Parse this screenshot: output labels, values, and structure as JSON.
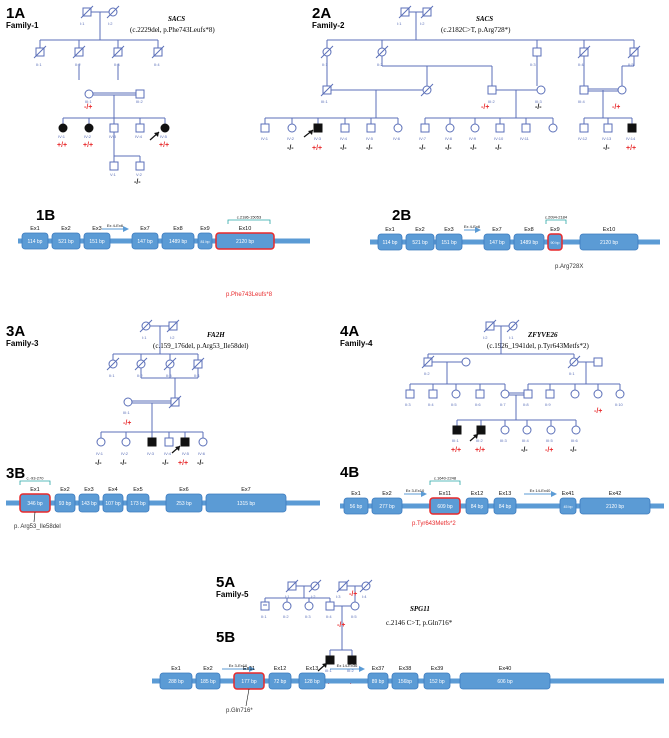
{
  "colors": {
    "pedigree": "#5b6fb8",
    "exon_fill": "#5b9bd5",
    "exon_stroke": "#3e7cbf",
    "mutation": "#e8292b",
    "text": "#111111"
  },
  "panels": {
    "p1A": {
      "label": "1A",
      "family": "Family-1",
      "gene": "SACS",
      "variant": "(c.2229del, p.Phe743Leufs*8)"
    },
    "p2A": {
      "label": "2A",
      "family": "Family-2",
      "gene": "SACS",
      "variant": "(c.2182C>T, p.Arg728*)"
    },
    "p3A": {
      "label": "3A",
      "family": "Family-3",
      "gene": "FA2H",
      "variant": "(c.159_176del, p.Arg53_Ile58del)"
    },
    "p4A": {
      "label": "4A",
      "family": "Family-4",
      "gene": "ZFYVE26",
      "variant": "(c.1926_1941del, p.Tyr643Metfs*2)"
    },
    "p5A": {
      "label": "5A",
      "family": "Family-5",
      "gene": "SPG11",
      "variant": "c.2146 C>T, p.Gln716*"
    },
    "p1B": {
      "label": "1B",
      "mutation": "p.Phe743Leufs*8",
      "bracket": "c.2186-15053",
      "exons": [
        {
          "name": "Ex1",
          "size": "114 bp"
        },
        {
          "name": "Ex2",
          "size": "521 bp"
        },
        {
          "name": "Ex3",
          "size": "151 bp"
        },
        {
          "name": "Ex 4-Ex6",
          "size": ""
        },
        {
          "name": "Ex7",
          "size": "147 bp"
        },
        {
          "name": "Ex8",
          "size": "1489 bp"
        },
        {
          "name": "Ex9",
          "size": "81 bp"
        },
        {
          "name": "Ex10",
          "size": "2120 bp"
        }
      ]
    },
    "p2B": {
      "label": "2B",
      "mutation": "p.Arg728X",
      "bracket": "c.2094-2184",
      "exons": [
        {
          "name": "Ex1",
          "size": "114 bp"
        },
        {
          "name": "Ex2",
          "size": "521 bp"
        },
        {
          "name": "Ex3",
          "size": "151 bp"
        },
        {
          "name": "Ex 4-Ex6",
          "size": ""
        },
        {
          "name": "Ex7",
          "size": "147 bp"
        },
        {
          "name": "Ex8",
          "size": "1489 bp"
        },
        {
          "name": "Ex9",
          "size": "90 bp"
        },
        {
          "name": "Ex10",
          "size": "2120 bp"
        }
      ]
    },
    "p3B": {
      "label": "3B",
      "mutation": "p. Arg53_Ile58del",
      "bracket": "c.-93-270",
      "exons": [
        {
          "name": "Ex1",
          "size": "346 bp"
        },
        {
          "name": "Ex2",
          "size": "93 bp"
        },
        {
          "name": "Ex3",
          "size": "143 bp"
        },
        {
          "name": "Ex4",
          "size": "107 bp"
        },
        {
          "name": "Ex5",
          "size": "173 bp"
        },
        {
          "name": "Ex6",
          "size": "253 bp"
        },
        {
          "name": "Ex7",
          "size": "1315 bp"
        }
      ]
    },
    "p4B": {
      "label": "4B",
      "mutation": "p.Tyr643Metfs*2",
      "bracket": "c.1640-2248",
      "exons": [
        {
          "name": "Ex1",
          "size": "56 bp"
        },
        {
          "name": "Ex2",
          "size": "277 bp"
        },
        {
          "name": "Ex 3-Ex10",
          "size": ""
        },
        {
          "name": "Ex11",
          "size": "609 bp"
        },
        {
          "name": "Ex12",
          "size": "84 bp"
        },
        {
          "name": "Ex13",
          "size": "84 bp"
        },
        {
          "name": "Ex 14-Ex40",
          "size": ""
        },
        {
          "name": "Ex41",
          "size": "45 bp"
        },
        {
          "name": "Ex42",
          "size": "2120 bp"
        }
      ]
    },
    "p5B": {
      "label": "5B",
      "mutation": "p.Gln716*",
      "exons": [
        {
          "name": "Ex1",
          "size": "288 bp"
        },
        {
          "name": "Ex2",
          "size": "185 bp"
        },
        {
          "name": "Ex 3-Ex10",
          "size": ""
        },
        {
          "name": "Ex11",
          "size": "177 bp"
        },
        {
          "name": "Ex12",
          "size": "72 bp"
        },
        {
          "name": "Ex13",
          "size": "128 bp"
        },
        {
          "name": "Ex 14-Ex36",
          "size": ""
        },
        {
          "name": "Ex37",
          "size": "89 bp"
        },
        {
          "name": "Ex38",
          "size": "156bp"
        },
        {
          "name": "Ex39",
          "size": "152 bp"
        },
        {
          "name": "Ex40",
          "size": "606 bp"
        }
      ]
    }
  },
  "genotypes": {
    "f1": [
      "-/+",
      "+/+",
      "+/+",
      "+/+",
      "-/-"
    ],
    "f2": [
      "-/+",
      "-/-",
      "-/+",
      "-/-",
      "+/+",
      "-/-",
      "-/-",
      "-/-",
      "-/-",
      "-/-",
      "-/-",
      "-/-",
      "+/+"
    ],
    "f3": [
      "-/+",
      "-/-",
      "-/-",
      "-/-",
      "+/+",
      "-/-"
    ],
    "f4": [
      "-/+",
      "+/+",
      "+/+",
      "-/-",
      "-/+",
      "-/-"
    ],
    "f5": [
      "-/+",
      "-/+",
      "+/+",
      "+/+"
    ]
  },
  "labels": {
    "f1": [
      "I:1",
      "I:2",
      "II:1",
      "II:2",
      "II:3",
      "II:4",
      "III:1",
      "III:2",
      "IV:1",
      "IV:2",
      "IV:3",
      "IV:4",
      "IV:5",
      "V:1",
      "V:2"
    ],
    "f2": [
      "I:1",
      "I:2",
      "II:1",
      "II:2",
      "II:3",
      "II:4",
      "II:5",
      "III:1",
      "III:2",
      "III:3",
      "III:4",
      "IV:1",
      "IV:2",
      "IV:3",
      "IV:4",
      "IV:5",
      "IV:6",
      "IV:7",
      "IV:8",
      "IV:9",
      "IV:10",
      "IV:11",
      "IV:12",
      "IV:13",
      "IV:14"
    ],
    "f3": [
      "I:1",
      "I:2",
      "II:1",
      "II:2",
      "II:3",
      "II:4",
      "III:1",
      "IV:1",
      "IV:2",
      "IV:3",
      "IV:4",
      "IV:5",
      "IV:6"
    ],
    "f4": [
      "I:2",
      "I:1",
      "II:2",
      "II:1",
      "II:3",
      "II:4",
      "II:5",
      "II:6",
      "II:7",
      "II:8",
      "II:9",
      "II:10",
      "III:1",
      "III:2",
      "III:3",
      "III:4",
      "III:5",
      "III:6"
    ],
    "f5": [
      "I:1",
      "I:2",
      "I:3",
      "I:4",
      "II:1",
      "II:2",
      "II:3",
      "II:4",
      "II:5",
      "III:1",
      "III:2"
    ]
  }
}
